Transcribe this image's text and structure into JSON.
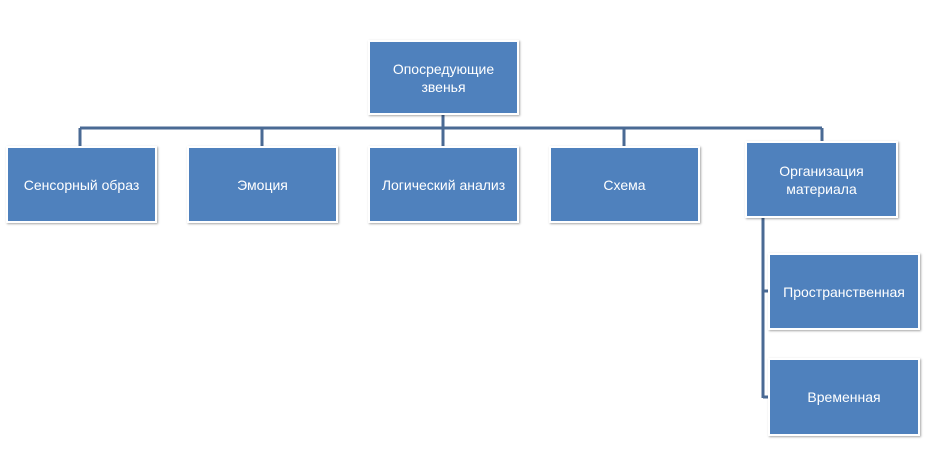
{
  "diagram": {
    "colors": {
      "node_fill": "#4F81BD",
      "node_border": "#FFFFFF",
      "connector": "#4A6A94",
      "text": "#FFFFFF"
    },
    "root": {
      "label": "Опосредующие звенья"
    },
    "children": [
      {
        "label": "Сенсорный образ"
      },
      {
        "label": "Эмоция"
      },
      {
        "label": "Логический анализ"
      },
      {
        "label": "Схема"
      },
      {
        "label": "Организация материала"
      }
    ],
    "subchildren": [
      {
        "label": "Пространственная"
      },
      {
        "label": "Временная"
      }
    ]
  }
}
